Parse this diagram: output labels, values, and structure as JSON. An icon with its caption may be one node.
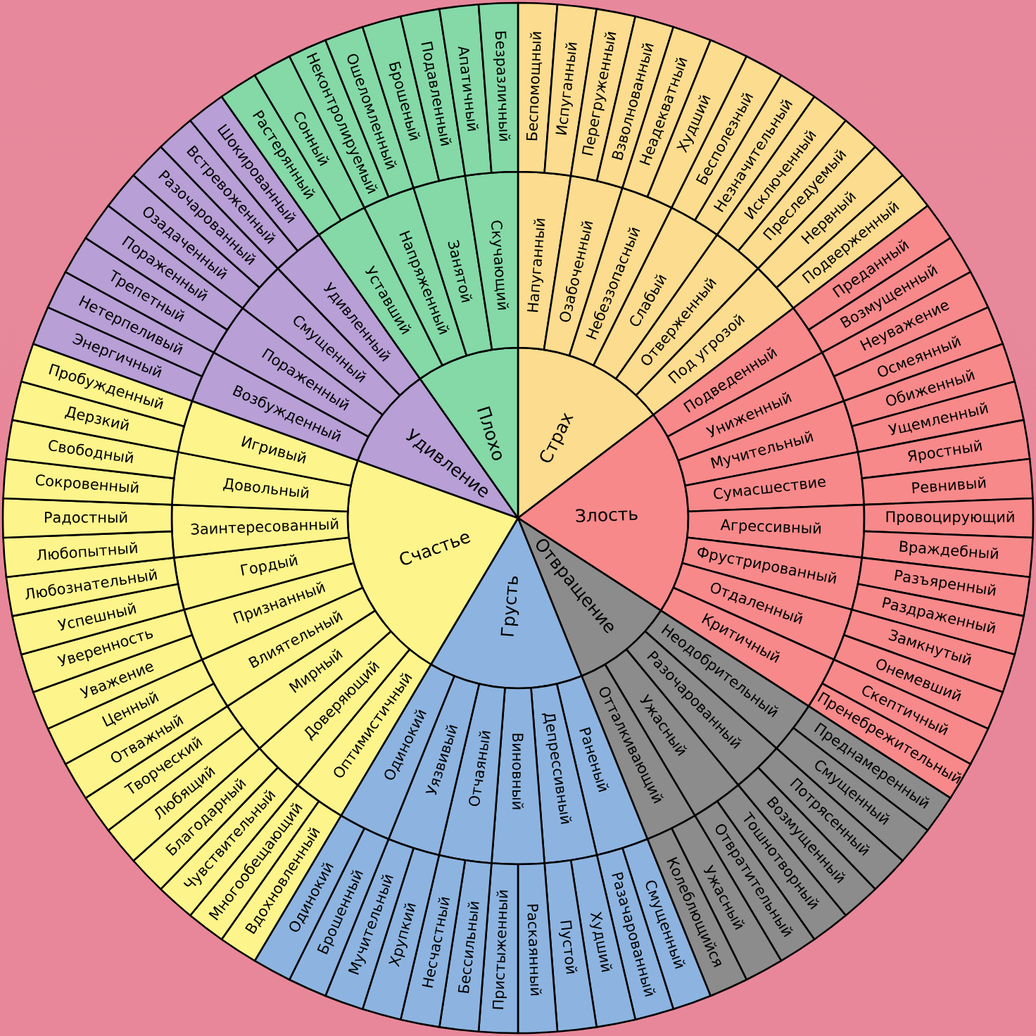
{
  "diagram": {
    "nodes": [
      {
        "text": [
          "Страх"
        ]
      },
      {
        "text": [
          "Злость"
        ]
      },
      {
        "text": [
          "Отвращение"
        ]
      },
      {
        "text": [
          "Грусть"
        ]
      },
      {
        "text": [
          "Счастье"
        ]
      },
      {
        "text": [
          "Удивление"
        ]
      },
      {
        "text": [
          "Плохо"
        ]
      },
      {
        "text": [
          "Напуганный"
        ]
      },
      {
        "text": [
          "Озабоченный"
        ]
      },
      {
        "text": [
          "Небеззопасный"
        ]
      },
      {
        "text": [
          "Слабый"
        ]
      },
      {
        "text": [
          "Отверженный"
        ]
      },
      {
        "text": [
          "Под угрозой"
        ]
      },
      {
        "text": [
          "Подведенный"
        ]
      },
      {
        "text": [
          "Униженный"
        ]
      },
      {
        "text": [
          "Мучительный"
        ]
      },
      {
        "text": [
          "Сумасшествие"
        ]
      },
      {
        "text": [
          "Агрессивный"
        ]
      },
      {
        "text": [
          "Фрустрированный"
        ]
      },
      {
        "text": [
          "Отдаленный"
        ]
      },
      {
        "text": [
          "Критичный"
        ]
      },
      {
        "text": [
          "Неодобрительный"
        ]
      },
      {
        "text": [
          "Разочарованный"
        ]
      },
      {
        "text": [
          "Ужасный"
        ]
      },
      {
        "text": [
          "Отталкивающий"
        ]
      },
      {
        "text": [
          "Раненый"
        ]
      },
      {
        "text": [
          "Депрессивный"
        ]
      },
      {
        "text": [
          "Виновный"
        ]
      },
      {
        "text": [
          "Отчаяный"
        ]
      },
      {
        "text": [
          "Уязвивый"
        ]
      },
      {
        "text": [
          "Одинокий"
        ]
      },
      {
        "text": [
          "Оптимистичный"
        ]
      },
      {
        "text": [
          "Доверяющий"
        ]
      },
      {
        "text": [
          "Мирный"
        ]
      },
      {
        "text": [
          "Влиятельный"
        ]
      },
      {
        "text": [
          "Признанный"
        ]
      },
      {
        "text": [
          "Гордый"
        ]
      },
      {
        "text": [
          "Заинтересованный"
        ]
      },
      {
        "text": [
          "Довольный"
        ]
      },
      {
        "text": [
          "Игривый"
        ]
      },
      {
        "text": [
          "Возбужденный"
        ]
      },
      {
        "text": [
          "Пораженный"
        ]
      },
      {
        "text": [
          "Смущенный"
        ]
      },
      {
        "text": [
          "Удивленный"
        ]
      },
      {
        "text": [
          "Уставший"
        ]
      },
      {
        "text": [
          "Напряженный"
        ]
      },
      {
        "text": [
          "Занятой"
        ]
      },
      {
        "text": [
          "Скучающий"
        ]
      },
      {
        "text": [
          "Беспомощный"
        ]
      },
      {
        "text": [
          "Испуганный"
        ]
      },
      {
        "text": [
          "Перегруженный"
        ]
      },
      {
        "text": [
          "Взволнованный"
        ]
      },
      {
        "text": [
          "Неадекватный"
        ]
      },
      {
        "text": [
          "Худший"
        ]
      },
      {
        "text": [
          "Бесполезный"
        ]
      },
      {
        "text": [
          "Незначительный"
        ]
      },
      {
        "text": [
          "Исключенный"
        ]
      },
      {
        "text": [
          "Преследуемый"
        ]
      },
      {
        "text": [
          "Нервный"
        ]
      },
      {
        "text": [
          "Подверженный"
        ]
      },
      {
        "text": [
          "Преданный"
        ]
      },
      {
        "text": [
          "Возмущенный"
        ]
      },
      {
        "text": [
          "Неуважение"
        ]
      },
      {
        "text": [
          "Осмеянный"
        ]
      },
      {
        "text": [
          "Обиженный"
        ]
      },
      {
        "text": [
          "Ущемленный"
        ]
      },
      {
        "text": [
          "Яростный"
        ]
      },
      {
        "text": [
          "Ревнивый"
        ]
      },
      {
        "text": [
          "Провоцирующий"
        ]
      },
      {
        "text": [
          "Враждебный"
        ]
      },
      {
        "text": [
          "Разъяренный"
        ]
      },
      {
        "text": [
          "Раздраженный"
        ]
      },
      {
        "text": [
          "Замкнутый"
        ]
      },
      {
        "text": [
          "Онемевший"
        ]
      },
      {
        "text": [
          "Скептичный"
        ]
      },
      {
        "text": [
          "Пренебрежительный"
        ]
      },
      {
        "text": [
          "Преднамеренный"
        ]
      },
      {
        "text": [
          "Смущенный"
        ]
      },
      {
        "text": [
          "Потрясенный"
        ]
      },
      {
        "text": [
          "Возмущенный"
        ]
      },
      {
        "text": [
          "Тошнотворный"
        ]
      },
      {
        "text": [
          "Отвратительный"
        ]
      },
      {
        "text": [
          "Ужасный"
        ]
      },
      {
        "text": [
          "Колеблющийся"
        ]
      },
      {
        "text": [
          "Смущенный"
        ]
      },
      {
        "text": [
          "Разачарованный"
        ]
      },
      {
        "text": [
          "Худший"
        ]
      },
      {
        "text": [
          "Пустой"
        ]
      },
      {
        "text": [
          "Раскаянный"
        ]
      },
      {
        "text": [
          "Пристыженный"
        ]
      },
      {
        "text": [
          "Бессильный"
        ]
      },
      {
        "text": [
          "Несчастный"
        ]
      },
      {
        "text": [
          "Хрупкий"
        ]
      },
      {
        "text": [
          "Мучительный"
        ]
      },
      {
        "text": [
          "Брошенный"
        ]
      },
      {
        "text": [
          "Одинокий"
        ]
      },
      {
        "text": [
          "Вдохновленный"
        ]
      },
      {
        "text": [
          "Многообещающий"
        ]
      },
      {
        "text": [
          "Чувствительный"
        ]
      },
      {
        "text": [
          "Благодарный"
        ]
      },
      {
        "text": [
          "Любящий"
        ]
      },
      {
        "text": [
          "Творческий"
        ]
      },
      {
        "text": [
          "Отважный"
        ]
      },
      {
        "text": [
          "Ценный"
        ]
      },
      {
        "text": [
          "Уважение"
        ]
      },
      {
        "text": [
          "Уверенность"
        ]
      },
      {
        "text": [
          "Успешный"
        ]
      },
      {
        "text": [
          "Любознательный"
        ]
      },
      {
        "text": [
          "Любопытный"
        ]
      },
      {
        "text": [
          "Радостный"
        ]
      },
      {
        "text": [
          "Сокровенный"
        ]
      },
      {
        "text": [
          "Свободный"
        ]
      },
      {
        "text": [
          "Дерзкий"
        ]
      },
      {
        "text": [
          "Пробужденный"
        ]
      },
      {
        "text": [
          "Энергичный"
        ]
      },
      {
        "text": [
          "Нетерпеливый"
        ]
      },
      {
        "text": [
          "Трепетный"
        ]
      },
      {
        "text": [
          "Пораженный"
        ]
      },
      {
        "text": [
          "Озадаченный"
        ]
      },
      {
        "text": [
          "Разочарованный"
        ]
      },
      {
        "text": [
          "Встревоженный"
        ]
      },
      {
        "text": [
          "Шокированный"
        ]
      },
      {
        "text": [
          "Растерянный"
        ]
      },
      {
        "text": [
          "Сонный"
        ]
      },
      {
        "text": [
          "Неконтролируемый"
        ]
      },
      {
        "text": [
          "Ошеломленный"
        ]
      },
      {
        "text": [
          "Брошеный"
        ]
      },
      {
        "text": [
          "Подавленный"
        ]
      },
      {
        "text": [
          "Апатичный"
        ]
      },
      {
        "text": [
          "Безразличный"
        ]
      }
    ]
  }
}
